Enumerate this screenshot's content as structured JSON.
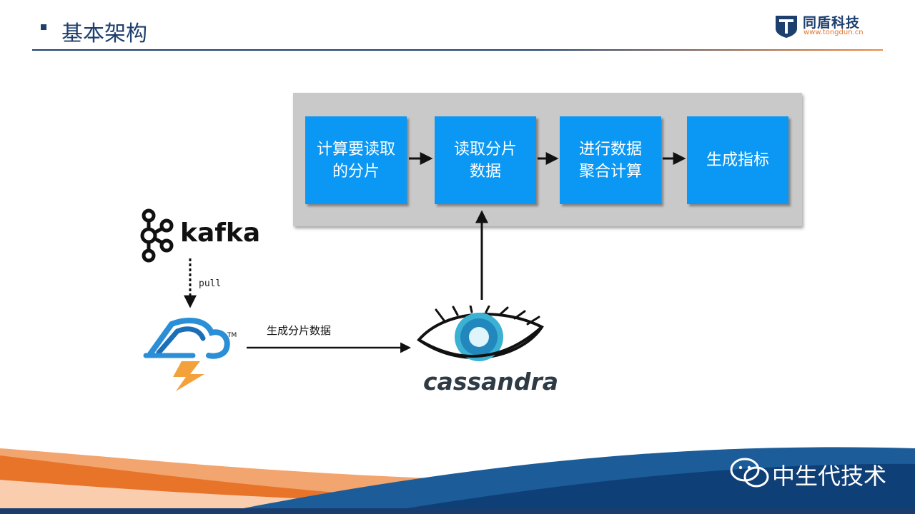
{
  "header": {
    "title": "基本架构",
    "logo_name": "同盾科技",
    "logo_url": "www.tongdun.cn"
  },
  "pipeline": {
    "steps": [
      {
        "lines": [
          "计算要读取",
          "的分片"
        ]
      },
      {
        "lines": [
          "读取分片",
          "数据"
        ]
      },
      {
        "lines": [
          "进行数据",
          "聚合计算"
        ]
      },
      {
        "lines": [
          "生成指标"
        ]
      }
    ]
  },
  "sources": {
    "kafka_label": "kafka",
    "pull_label": "pull",
    "flow_label": "生成分片数据",
    "cassandra_label": "cassandra"
  },
  "footer": {
    "wechat_label": "中生代技术"
  },
  "colors": {
    "primary": "#1d3f6e",
    "accent": "#e3752d",
    "step_blue": "#0a98f4",
    "panel_gray": "#c9c9c9"
  },
  "icons": [
    "kafka-logo-icon",
    "storm-logo-icon",
    "cassandra-eye-icon",
    "wechat-icon",
    "tongdun-logo-icon"
  ]
}
